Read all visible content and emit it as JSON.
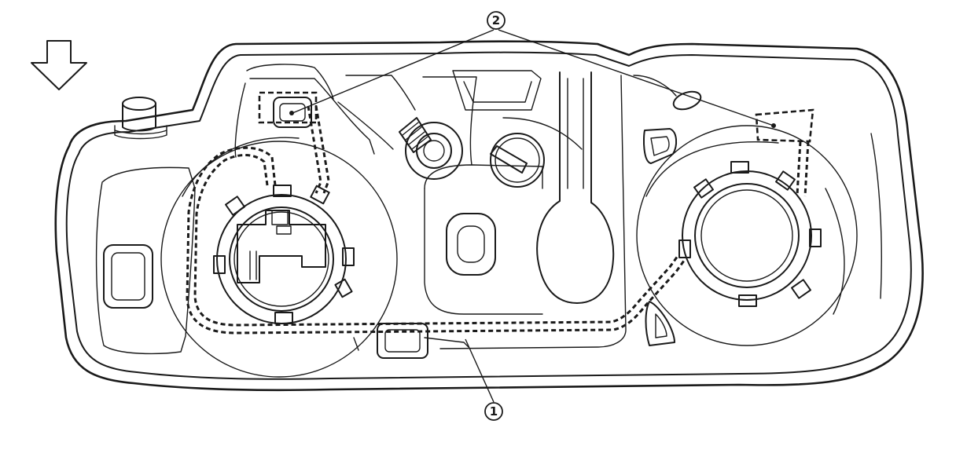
{
  "callouts": [
    {
      "id": "1",
      "label": "1"
    },
    {
      "id": "2",
      "label": "2"
    }
  ],
  "icons": {
    "direction_arrow": "down-arrow-icon"
  },
  "colors": {
    "line": "#1a1a1a",
    "background": "#ffffff"
  }
}
